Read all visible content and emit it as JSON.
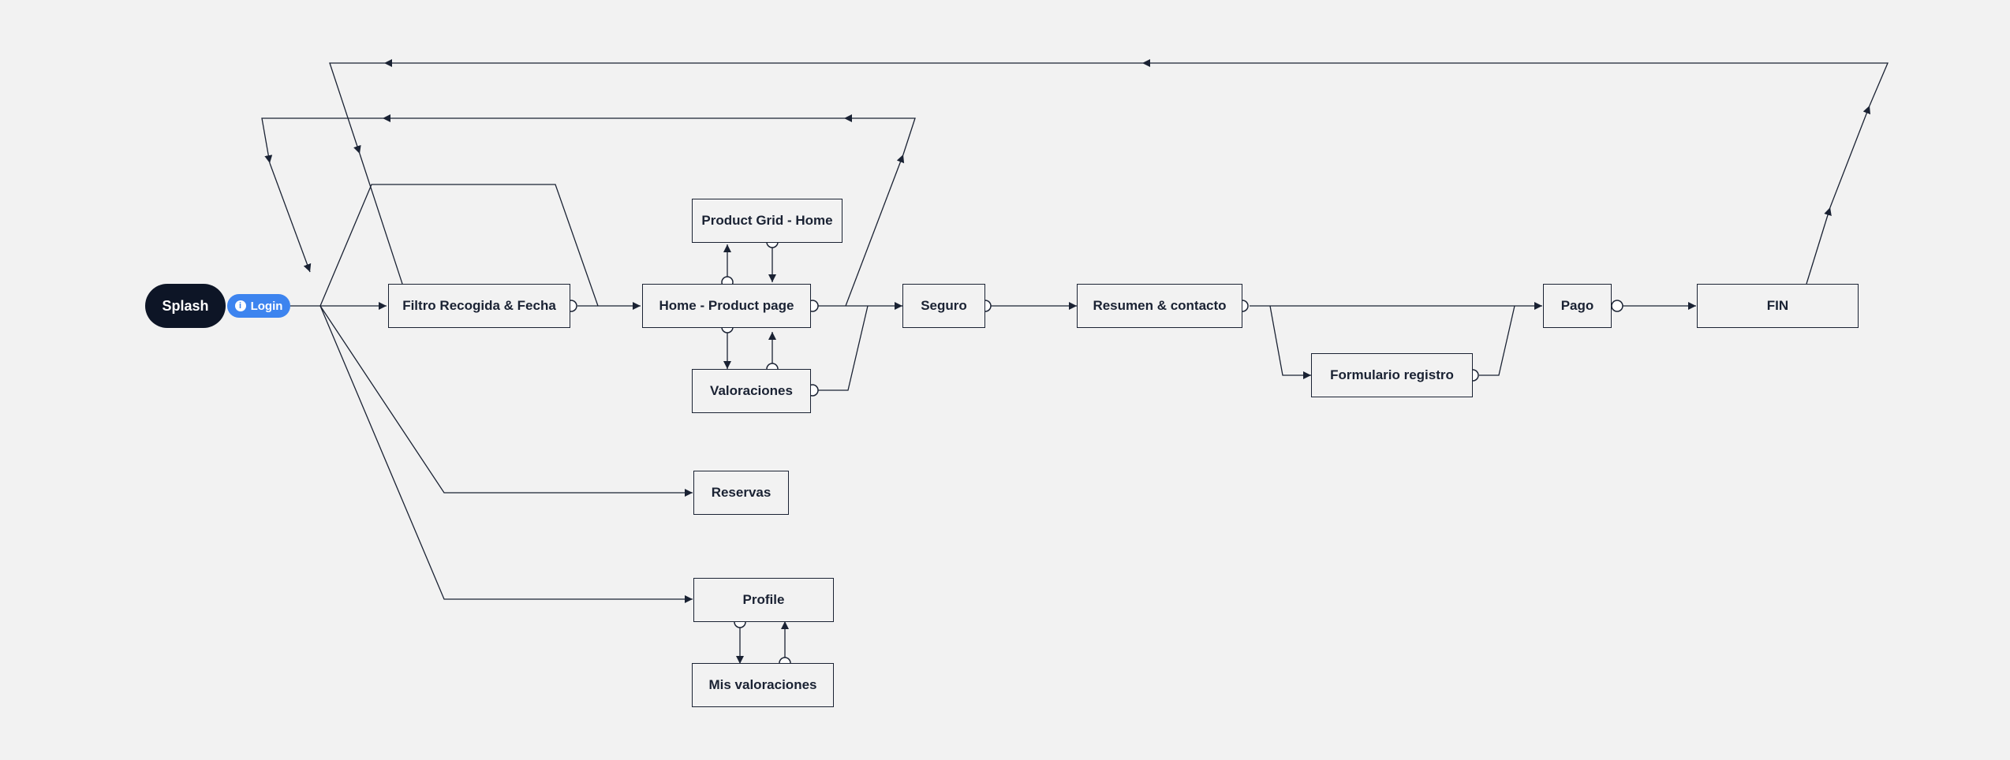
{
  "nodes": {
    "splash": "Splash",
    "login": "Login",
    "filtro": "Filtro Recogida & Fecha",
    "home": "Home - Product page",
    "grid": "Product Grid - Home",
    "valoraciones": "Valoraciones",
    "seguro": "Seguro",
    "resumen": "Resumen & contacto",
    "formulario": "Formulario registro",
    "pago": "Pago",
    "fin": "FIN",
    "reservas": "Reservas",
    "profile": "Profile",
    "mis_valoraciones": "Mis valoraciones"
  },
  "colors": {
    "line": "#1a2233",
    "start_fill": "#0d1526",
    "login_fill": "#3d84ef",
    "background": "#f2f2f2"
  },
  "icons": {
    "login": "info-icon"
  }
}
